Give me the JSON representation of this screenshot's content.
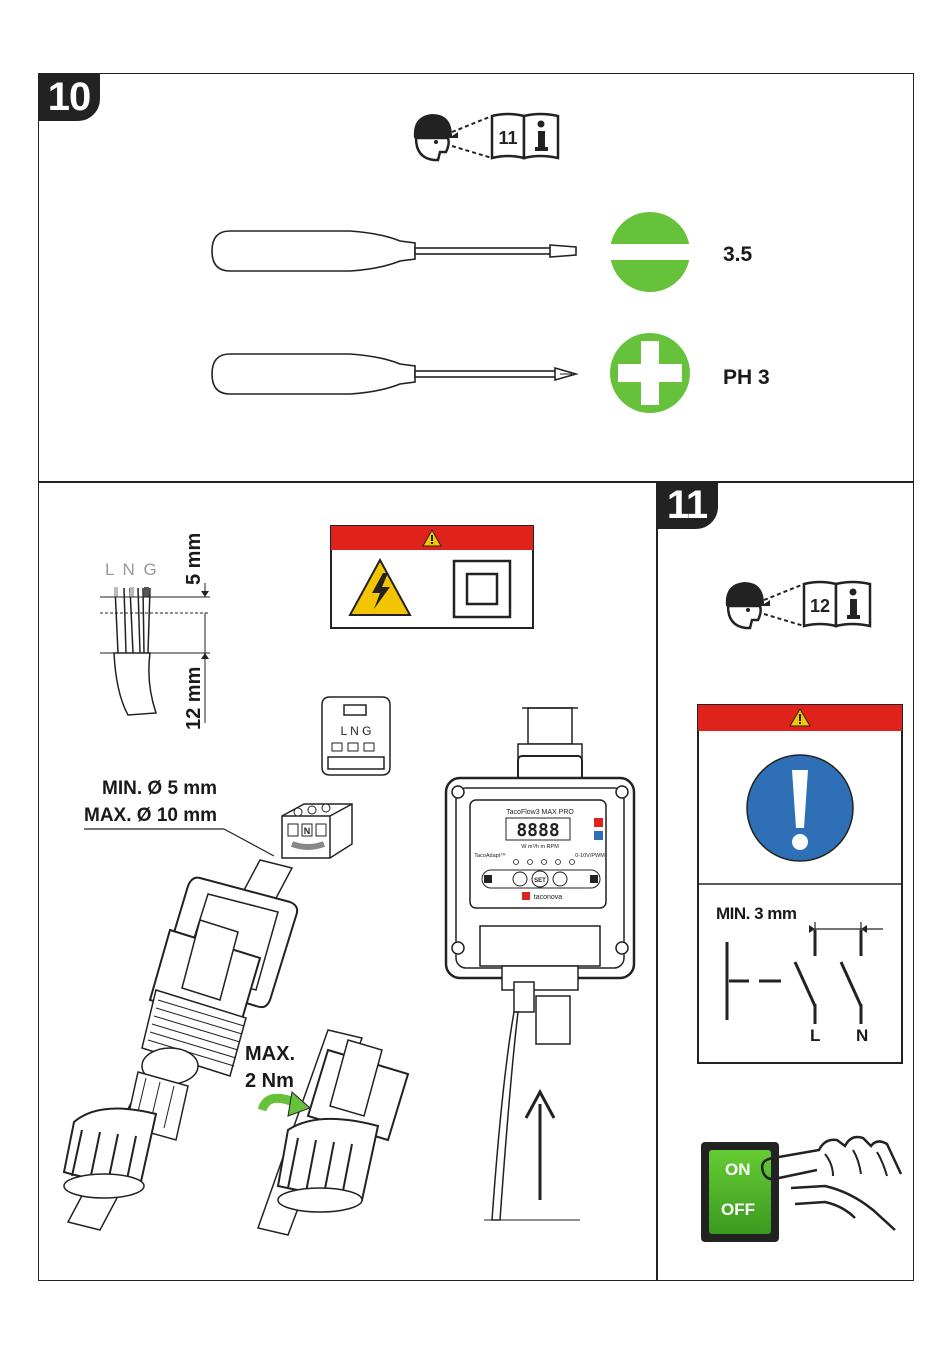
{
  "steps": {
    "step10": {
      "number": "10",
      "manual_ref_page": "11",
      "manual_ref_icon": "info-icon",
      "tools": [
        {
          "name": "slotted-screwdriver",
          "symbol": "minus-icon",
          "size": "3.5"
        },
        {
          "name": "phillips-screwdriver",
          "symbol": "plus-icon",
          "size": "PH 3"
        }
      ]
    },
    "wiring": {
      "wire_labels": "L N G",
      "strip_short": "5 mm",
      "strip_long": "12 mm",
      "cable_min": "MIN. Ø 5 mm",
      "cable_max": "MAX. Ø 10 mm",
      "terminal_labels": "L N G",
      "torque_line1": "MAX.",
      "torque_line2": "2 Nm",
      "device_model": "TacoFlow3 MAX PRO",
      "device_display": "8888",
      "device_units": "W  m³/h  m  RPM",
      "device_adapt": "TacoAdapt™",
      "device_pwm": "0-10V/PWM",
      "device_set": "SET",
      "device_brand": "taconova"
    },
    "step11": {
      "number": "11",
      "manual_ref_page": "12",
      "isolation_gap": "MIN. 3 mm",
      "pole_l": "L",
      "pole_n": "N",
      "switch_on": "ON",
      "switch_off": "OFF"
    }
  },
  "colors": {
    "green": "#66c23a",
    "warning_red": "#e0221c",
    "warning_yellow": "#f3c400",
    "mandatory_blue": "#2f6fb5",
    "dark": "#222222"
  }
}
